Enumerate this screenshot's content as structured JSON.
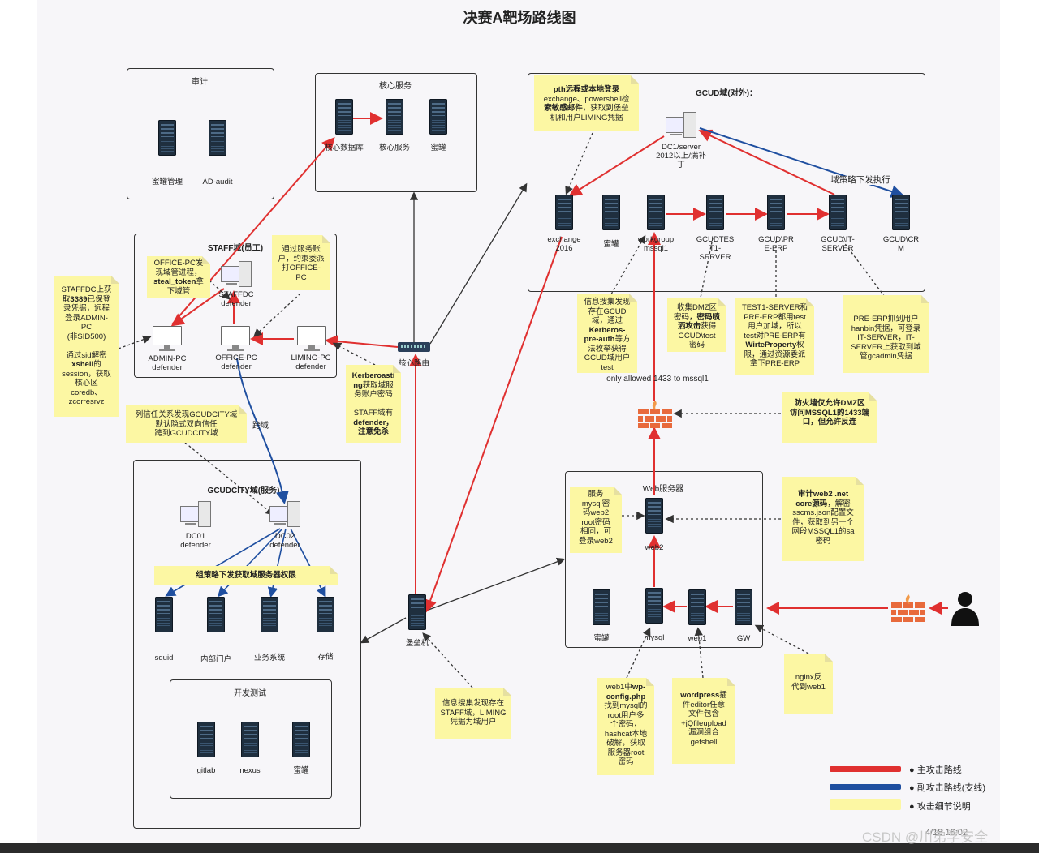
{
  "title": "决赛A靶场路线图",
  "boxes": {
    "audit": "审计",
    "core": "核心服务",
    "gcud": "GCUD域(对外)：",
    "staff": "STAFF域(员工)",
    "web": "Web服务器",
    "gcudcity": "GCUDCITY域(服务)",
    "devtest": "开发测试"
  },
  "nodes": {
    "honeypot_mgmt": "蜜罐管理",
    "ad_audit": "AD-audit",
    "core_db": "核心数据库",
    "core_service": "核心服务",
    "core_honeypot": "蜜罐",
    "dc1": "DC1/server\n2012以上/满补\n丁",
    "exchange": "exchange\n2016",
    "gcud_honeypot": "蜜罐",
    "workgroup": "workgroup\nmssql1",
    "gcudtest": "GCUDTES\nT1-\nSERVER",
    "gcud_erp": "GCUD\\PR\nE-ERP",
    "gcud_it": "GCUD\\IT-\nSERVER",
    "gcud_crm": "GCUD\\CR\nM",
    "staffdc": "STAFFDC\ndefender",
    "admin_pc": "ADMIN-PC\ndefender",
    "office_pc": "OFFICE-PC\ndefender",
    "liming_pc": "LIMING-PC\ndefender",
    "core_router": "核心路由",
    "web2": "web2",
    "web_honeypot": "蜜罐",
    "mysql": "mysql",
    "web1": "web1",
    "gw": "GW",
    "bastion": "堡垒机",
    "dc01": "DC01\ndefender",
    "dc02": "DC02\ndefender",
    "squid": "squid",
    "portal": "内部门户",
    "business": "业务系统",
    "storage": "存储",
    "gitlab": "gitlab",
    "nexus": "nexus",
    "dev_honeypot": "蜜罐"
  },
  "edge_labels": {
    "domain_policy": "域策略下发执行",
    "cross_domain": "跨域",
    "only_allowed": "only allowed 1433 to mssql1"
  },
  "notes": {
    "pth": [
      "pth远程或本地登录",
      "\nexchange、powershell检\n",
      "索敏感邮件",
      "，获取到堡垒\n机和用户LIMING凭据"
    ],
    "office_pc": [
      "OFFICE-PC发\n现域管进程，\n",
      "steal_token",
      "拿\n下域管"
    ],
    "service_account": [
      "通过服务账\n户，约束委派\n打OFFICE-\nPC"
    ],
    "staffdc": [
      "STAFFDC上获\n取",
      "3389",
      "已保登\n录凭据，远程\n登录ADMIN-\nPC\n(非SID500)\n\n通过sid解密\n",
      "xshell",
      "的\nsession，获取\n核心区\ncoredb、\nzcorresrvz"
    ],
    "kerberoasting": [
      "Kerberoasti\nng",
      "获取域服\n务账户密码\n\nSTAFF域有\n",
      "defender，\n注意免杀"
    ],
    "trust": [
      "列信任关系发现GCUDCITY域\n默认隐式双向信任\n跨到GCUDCITY域"
    ],
    "info_gcud": [
      "信息搜集发现\n存在GCUD\n域，通过\n",
      "Kerberos-\npre-auth",
      "等方\n法枚举获得\nGCUD域用户\ntest"
    ],
    "dmz_collect": [
      "收集DMZ区\n密码，",
      "密码喷\n洒攻击",
      "获得\nGCUD\\test\n密码"
    ],
    "test1": [
      "TEST1-SERVER和\nPRE-ERP都用test\n用户加域，所以\ntest对PRE-ERP有\n",
      "WirteProperty",
      "权\n限，通过资源委派\n拿下PRE-ERP"
    ],
    "pre_erp": [
      "PRE-ERP抓到用户\nhanbin凭据，可登录\nIT-SERVER，IT-\nSERVER上获取到域\n管gcadmin凭据"
    ],
    "firewall": [
      "防火墙仅允许DMZ区\n访问MSSQL1的1433端\n口，但允许反连"
    ],
    "web_service": [
      "服务\nmysql密\n码web2\nroot密码\n相同，可\n登录web2"
    ],
    "audit_web2": [
      "审计web2 .net\ncore源码",
      "，解密\nsscms.json配置文\n件，获取到另一个\n网段MSSQL1的sa\n密码"
    ],
    "gpo": [
      "组策略下发获取域服务器权限"
    ],
    "bastion_info": [
      "信息搜集发现存在\nSTAFF域，LIMING\n凭据为域用户"
    ],
    "wp_config": [
      "web1中",
      "wp-\nconfig.php",
      "\n找到mysql的\nroot用户多\n个密码，\nhashcat本地\n破解，获取\n服务器root\n密码"
    ],
    "wordpress": [
      "wordpress",
      "插\n件editor任意\n文件包含\n+jQfileupload\n漏洞组合\ngetshell"
    ],
    "nginx": [
      "nginx反\n代到web1"
    ]
  },
  "legend": {
    "main": "主攻击路线",
    "sub": "副攻击路线(支线)",
    "detail": "攻击细节说明"
  },
  "colors": {
    "main": "#e03030",
    "sub": "#1f4fa0",
    "note": "#fcf7a3",
    "secondary_line": "#333333"
  },
  "watermark": "CSDN @川弟学安全",
  "footer": "4/18 16:02"
}
